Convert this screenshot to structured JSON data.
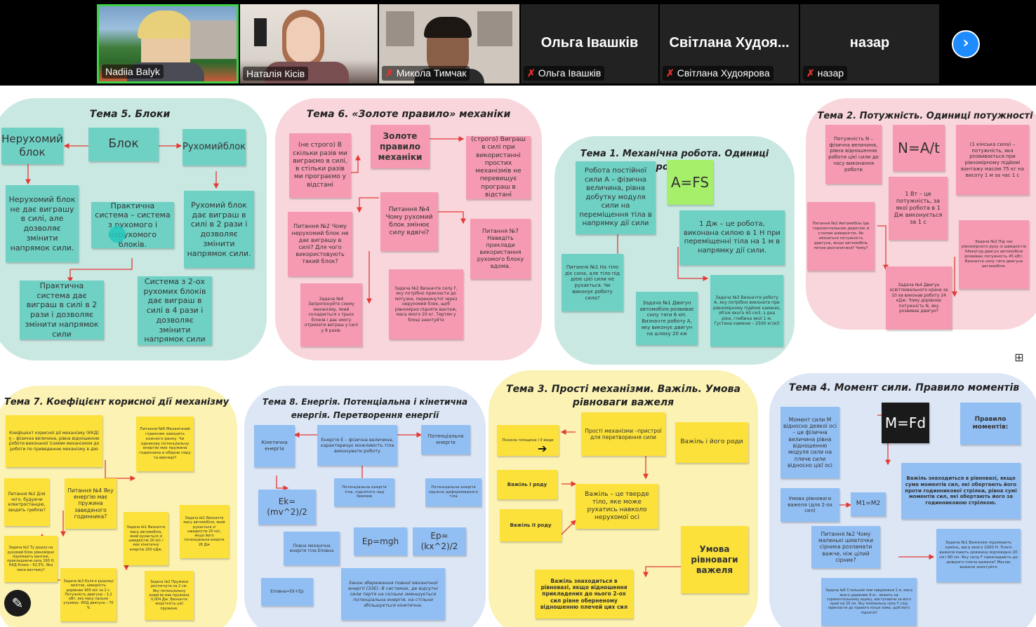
{
  "participants": [
    {
      "name": "Nadiia Balyk",
      "video": true,
      "muted": false,
      "speaking": true
    },
    {
      "name": "Наталія Кісів",
      "video": true,
      "muted": false,
      "speaking": false
    },
    {
      "name": "Микола Тимчак",
      "video": true,
      "muted": true,
      "speaking": false
    },
    {
      "name": "Ольга Івашків",
      "display": "Ольга Івашків",
      "video": false,
      "muted": true
    },
    {
      "name": "Світлана Худоярова",
      "display": "Світлана  Худоя...",
      "video": false,
      "muted": true
    },
    {
      "name": "назар",
      "display": "назар",
      "video": false,
      "muted": true
    }
  ],
  "next_icon": "chevron-right-icon",
  "colors": {
    "speaking_border": "#3fd14a",
    "teal": "#6fd0c4",
    "pink": "#f59ab0",
    "yellow": "#fbe13a",
    "blue": "#92bff3",
    "green": "#a6ef6a"
  },
  "frames": {
    "t5": {
      "title": "Тема 5. Блоки",
      "notes": [
        "Нерухомий блок",
        "Блок",
        "Рухомийблок",
        "Нерухомий блок не дає виграшу в силі, але дозволяє змінити напрямок сили.",
        "Практична система – система з рухомого і нерухомого блоків.",
        "Рухомий блок дає виграш в силі в 2 рази і дозволяє змінити напрямок сили.",
        "Практична система дає виграш в силі в 2 рази і дозволяє змінити напрямок сили",
        "Система з 2-ох рухомих блоків дає виграш в силі в 4 рази і дозволяє змінити напрямок сили"
      ]
    },
    "t6": {
      "title": "Тема 6. «Золоте правило» механіки",
      "notes": [
        "(не строго) В скільки разів ми виграємо в силі, в стільки разів ми програємо у відстані",
        "Золоте правило механіки",
        "(строго) Виграш в силі при використанні простих механізмів не перевищує програш в відстані",
        "Питання №2 Чому нерухомий блок не дає виграшу в силі? Для чого використовують такий блок?",
        "Питання №4 Чому рухомий блок змінює силу вдвічі?",
        "Питання №7 Наведіть приклади використання рухомого блоку вдома.",
        "Задача №4 Запропонуйте схему механізму, який складається з трьох блоків і дає змогу отримати виграш у силі у 8 разів.",
        "Задача №2 Визначте силу F, яку потрібно прикласти до мотузки, перекинутої через нерухомий блок, щоб рівномірно підняти вантаж, маса якого 20 кг. Тертям у блоці знехтуйте"
      ]
    },
    "t1": {
      "title": "Тема 1. Механічна робота. Одиниці роботи",
      "notes": [
        "Робота постійної сили A – фізична величина, рівна добутку модуля сили на переміщення тіла в напрямку дії сили",
        "A=FS",
        "1 Дж – це робота, виконана силою в 1 Н при переміщенні тіла на 1 м в напрямку дії сили.",
        "Питання №1 На тіло діє сила, але тіло під дією цієї сили не рухається. Чи виконує роботу сила?",
        "Задача №1 Двигун автомобіля розвиває силу тяги 6 кН. Визначте роботу А, яку виконує двигун на шляху 20 км",
        "Задача №3 Визначте роботу А, яку потрібно виконати при рівномірному підйомі каменю, об'єм якого 60 см3, з дна ріки, глибина якої 1 м. Густина каменю – 2500 кг/м3"
      ]
    },
    "t2": {
      "title": "Тема 2. Потужність. Одиниці потужності",
      "notes": [
        "Потужність N – фізична величина, рівна відношенню роботи цієї сили до часу виконання роботи",
        "N=A/t",
        "(1 кінська сила) – потужність, яка розвивається при рівномірному підйомі вантажу масою 75 кг на висоту 1 м за час 1 с",
        "Питання №2 Автомобіль їде горизонтальною дорогою зі сталою швидкістю. Як зміниться потужність двигуна, якщо автомобіль почне розганятися? Чому?",
        "1 Вт – це потужність, за якої робота в 1 Дж виконується за 1 с",
        "Задача №2 Під час рівномірного руху зі швидкістю 54км/год двигун автомобіля розвиває потужність 45 кВт. Визначте силу тяги двигуна автомобіля.",
        "Задача №4 Двигун освітлювального крана за 10 хв виконав роботу 24 кДж. Чому дорівнює потужність N, яку розвиває двигун?"
      ]
    },
    "t7": {
      "title": "Тема 7. Коефіцієнт корисної дії механізму",
      "notes": [
        "Коефіцієнт корисної дії механізму (ККД) η – фізична величина, рівна відношенню роботи виконаної (самим механізмом до роботи по приведенню механізму в дію",
        "Питання №6 Механічний годинник заводять кожного ранку. Чи однакову потенціальну енергію має пружина годинника в обідню пору та ввечері?",
        "Питання №2 Для чого, будуючи електростанцію, зводять греблю?",
        "Питання №4 Яку енергію має пружина заведеного годинника?",
        "Задача №1 Визначте масу автомобіля, який рухається зі швидкістю 20 м/с і має кінетичну енергію 200 кДж.",
        "Задача №1 Визначте масу автомобіля, який рухається зі швидкістю 20 м/с, якщо його потенціальна енергія 26 Дж",
        "Задача №2 Ту дошку на рухомий блок рівномірно піднімають вантаж, прикладаючи силу 160 Н. ККД блока – 62,5%. Яка маса вантажу?",
        "Задача №3 Куля в рушниці вилітає, швидкість дорівнює 900 м/с за 2 с. Потужність двигуна – 1,2 кВт, яку масу пальне утримує. ККД двигуна – 70 %",
        "Задача №2 Пружина розтягнута на 2 см. Яку потенціальну енергію має пружина 0,004 Дж. Визначте жорсткість цієї пружини."
      ]
    },
    "t8": {
      "title": "Тема 8. Енергія. Потенціальна і кінетична енергія. Перетворення енергії",
      "notes": [
        "Кінетична енергія",
        "Енергія E – фізична величина, характеризує можливість тіла виконувати роботу",
        "Потенціальна енергія",
        "Потенціальна енергія тіла, піднятого над Землею",
        "Потенціальна енергія пружно деформованого тіла",
        "Ek=(mv^2)/2",
        "Ep=mgh",
        "Ep=(kx^2)/2",
        "Повна механічна енергія тіла Eповна",
        "Eповна=Ek+Ep",
        "Закон збереження повної механічної енергії (ЗЗЕ): В системах, де відсутні сили тертя на скільки зменшується потенціальна енергія, на стільки збільшується кінетична."
      ]
    },
    "t3": {
      "title": "Тема 3. Прості механізми. Важіль. Умова рівноваги важеля",
      "notes": [
        "Похила площина і її види",
        "Прості механізми –пристрої для перетворення сили",
        "Важіль і його роди",
        "Важіль І роду",
        "Важіль – це тверде тіло, яке може рухатись навколо нерухомої осі",
        "Важіль ІІ роду",
        "Умова рівноваги важеля",
        "Важіль знаходиться в рівновазі, якщо відношення прикладених до нього 2-ох сил рівне оберненому відношенню плечей цих сил"
      ]
    },
    "t4": {
      "title": "Тема 4. Момент сили. Правило моментів",
      "notes": [
        "Момент сили M відносно деякої осі – це фізична величина рівна відношенню модуля сили на плече сили відносно цієї осі",
        "M=Fd",
        "Правило моментів:",
        "Важіль знаходиться в рівновазі, якщо сума моментів сил, які обертають його проти годинникової стрілки, рівна сумі моментів сил, які обертають його за годинниковою стрілкою.",
        "Умова рівноваги важеля (для 2-ох сил)",
        "M1=M2",
        "Питання №2 Чому маленькі шматочки сірника розламати важче, ніж цілий сірник?",
        "Задача №1 Важелем піднімають камінь, вага якого 1000 Н. Плечі важеля мають довжину відповідно 20 см і 80 см. Яку силу F прикладають до довшого плеча важеля? Масою важеля знехтуйте",
        "Задача №6 Стальний лом завдовжки 1 м, маса якого дорівнює 8 кг, лежить на горизонтальному ящику, виступаючи за його край на 25 см. Яку мінімальну силу F слід прикласти до правого кінця лома, щоб його підняти?"
      ]
    }
  }
}
